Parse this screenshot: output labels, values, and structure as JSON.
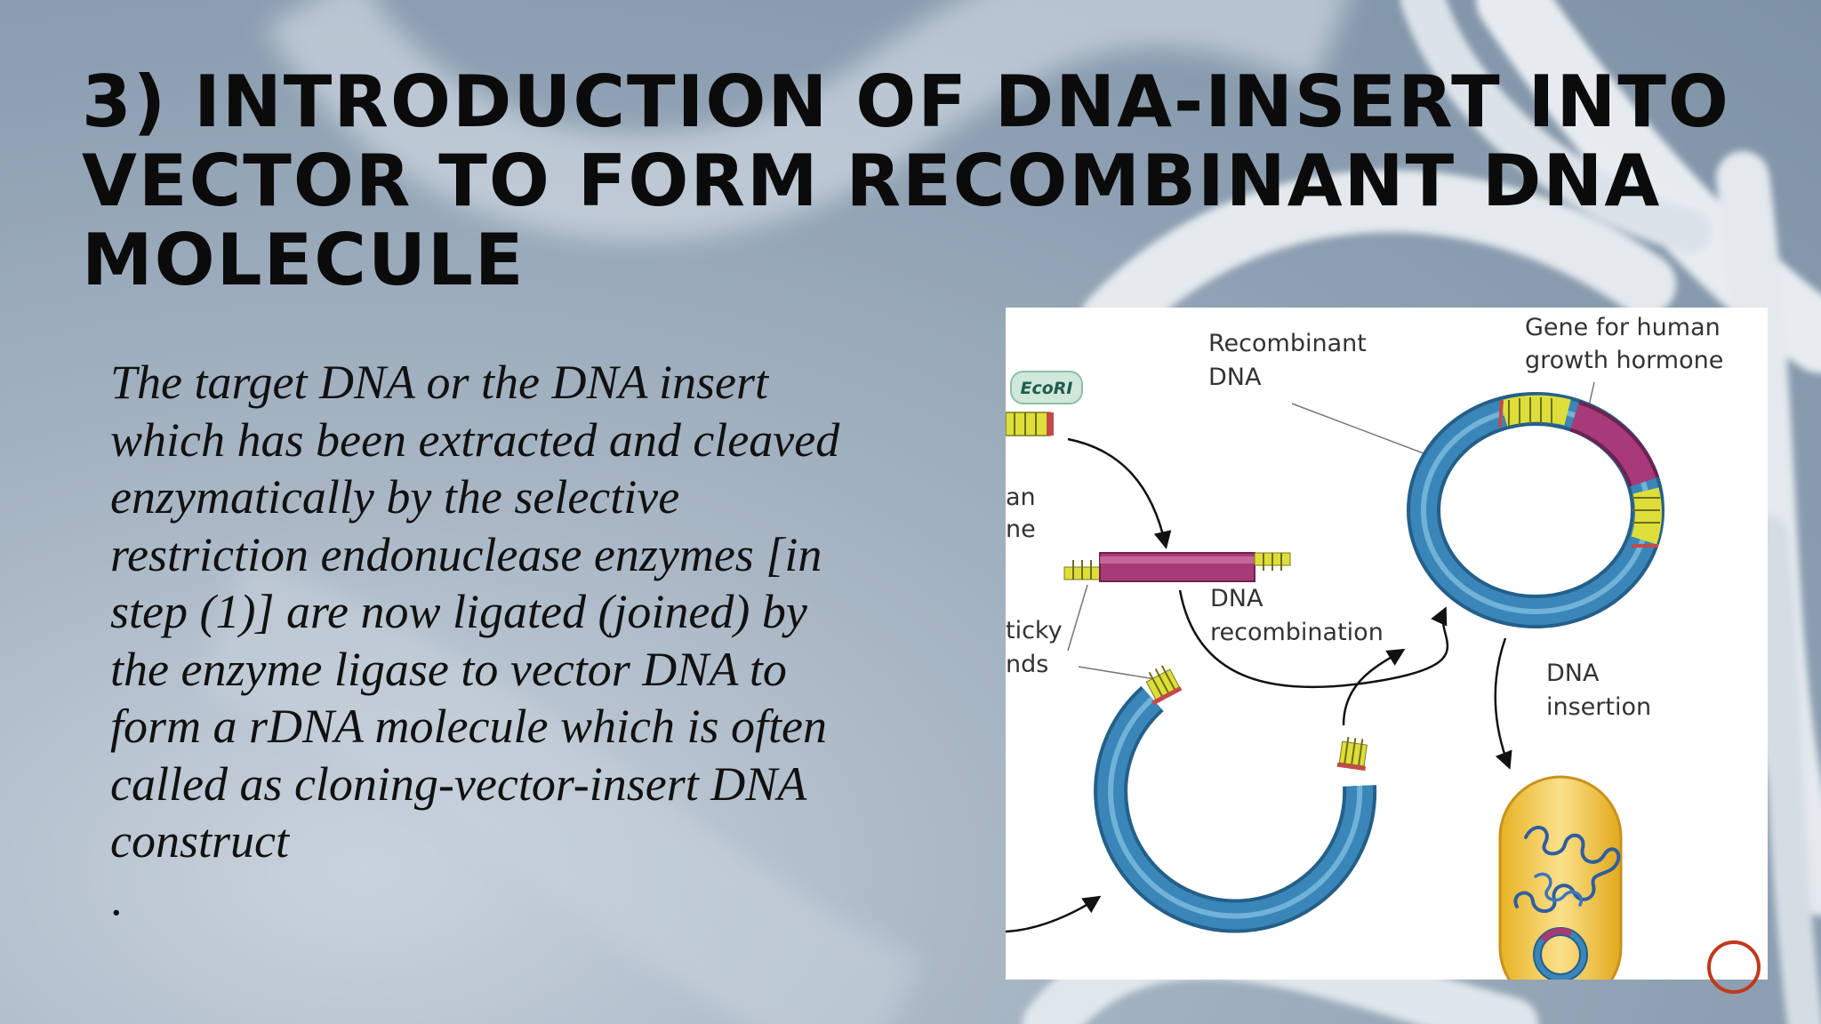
{
  "slide": {
    "title_lines": [
      "3) INTRODUCTION OF DNA-INSERT INTO",
      "VECTOR TO FORM RECOMBINANT DNA",
      "MOLECULE"
    ],
    "body_lines": [
      "The target DNA or the DNA insert",
      "which has been extracted and cleaved",
      "enzymatically by the selective",
      "restriction endonuclease enzymes [in",
      "step (1)] are now ligated (joined) by",
      "the enzyme ligase to vector DNA to",
      "form a rDNA molecule which is often",
      "called as cloning-vector-insert DNA",
      "construct"
    ],
    "body_end": "."
  },
  "figure": {
    "labels": {
      "ecori": "EcoRI",
      "recombinant_1": "Recombinant",
      "recombinant_2": "DNA",
      "gene_1": "Gene for human",
      "gene_2": "growth hormone",
      "human_partial": "an",
      "gene_partial": "ne",
      "sticky_partial": "ticky",
      "ends_partial": "nds",
      "recomb_1": "DNA",
      "recomb_2": "recombination",
      "insertion_1": "DNA",
      "insertion_2": "insertion"
    },
    "colors": {
      "plasmid_blue": "#3a86b8",
      "gene_magenta": "#a83a78",
      "sticky_yellow": "#dede3a",
      "cell_yellow": "#f1c232",
      "ecori_green": "#cfe8da"
    }
  }
}
